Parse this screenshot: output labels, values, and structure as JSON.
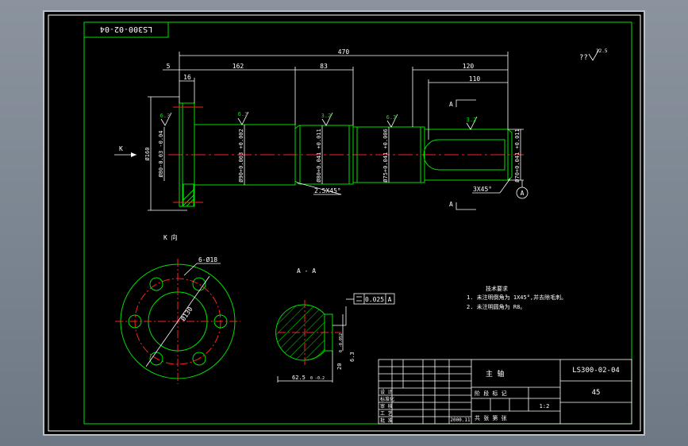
{
  "drawing": {
    "code_corner": "LS300-02-04",
    "section_mark": "A",
    "datum_label": "A",
    "view_k_arrow": "K",
    "view_k_title": "K 向",
    "section_title": "A - A",
    "roughness_corner": "??",
    "roughness_corner_value": "12.5",
    "chamfer_left": "2.5X45°",
    "chamfer_right": "3X45°",
    "hole_callout": "6-Ø18",
    "bolt_circle": "Ø130",
    "tolerance_value": "0.025",
    "tolerance_datum": "A",
    "key_depth": "62.5",
    "key_depth_tol": "0 -0.2",
    "key_width": "20",
    "key_width_tol": "0 -0.052",
    "key_roughness": "6.3"
  },
  "dimensions": {
    "overall": "470",
    "left_offset": "5",
    "d162": "162",
    "d83": "83",
    "d120": "120",
    "d110": "110",
    "d16": "16",
    "phi160": "Ø160",
    "phi80_flange": "Ø80-0.03 -0.04",
    "phi90": "Ø90+0.003 +0.002",
    "phi80": "Ø80+0.041 +0.011",
    "phi75": "Ø75+0.041 +0.006",
    "phi70": "Ø70+0.041 +0.011"
  },
  "roughness": [
    "6.3",
    "6.3",
    "3.2",
    "6.3",
    "3.2"
  ],
  "notes": {
    "title": "技术要求",
    "lines": [
      "1. 未注明倒角为 1X45°,并去除毛刺。",
      "2. 未注明圆角为 R8。"
    ]
  },
  "title_block": {
    "part_name": "主 轴",
    "drawing_no": "LS300-02-04",
    "material": "45",
    "scale": "1:2",
    "date": "2000.11",
    "labels": [
      "设 计",
      "标准化",
      "审 核",
      "工 艺",
      "批 准"
    ],
    "stage_label": "阶 段 标 记",
    "sheet_label": "共    张   第    张"
  }
}
